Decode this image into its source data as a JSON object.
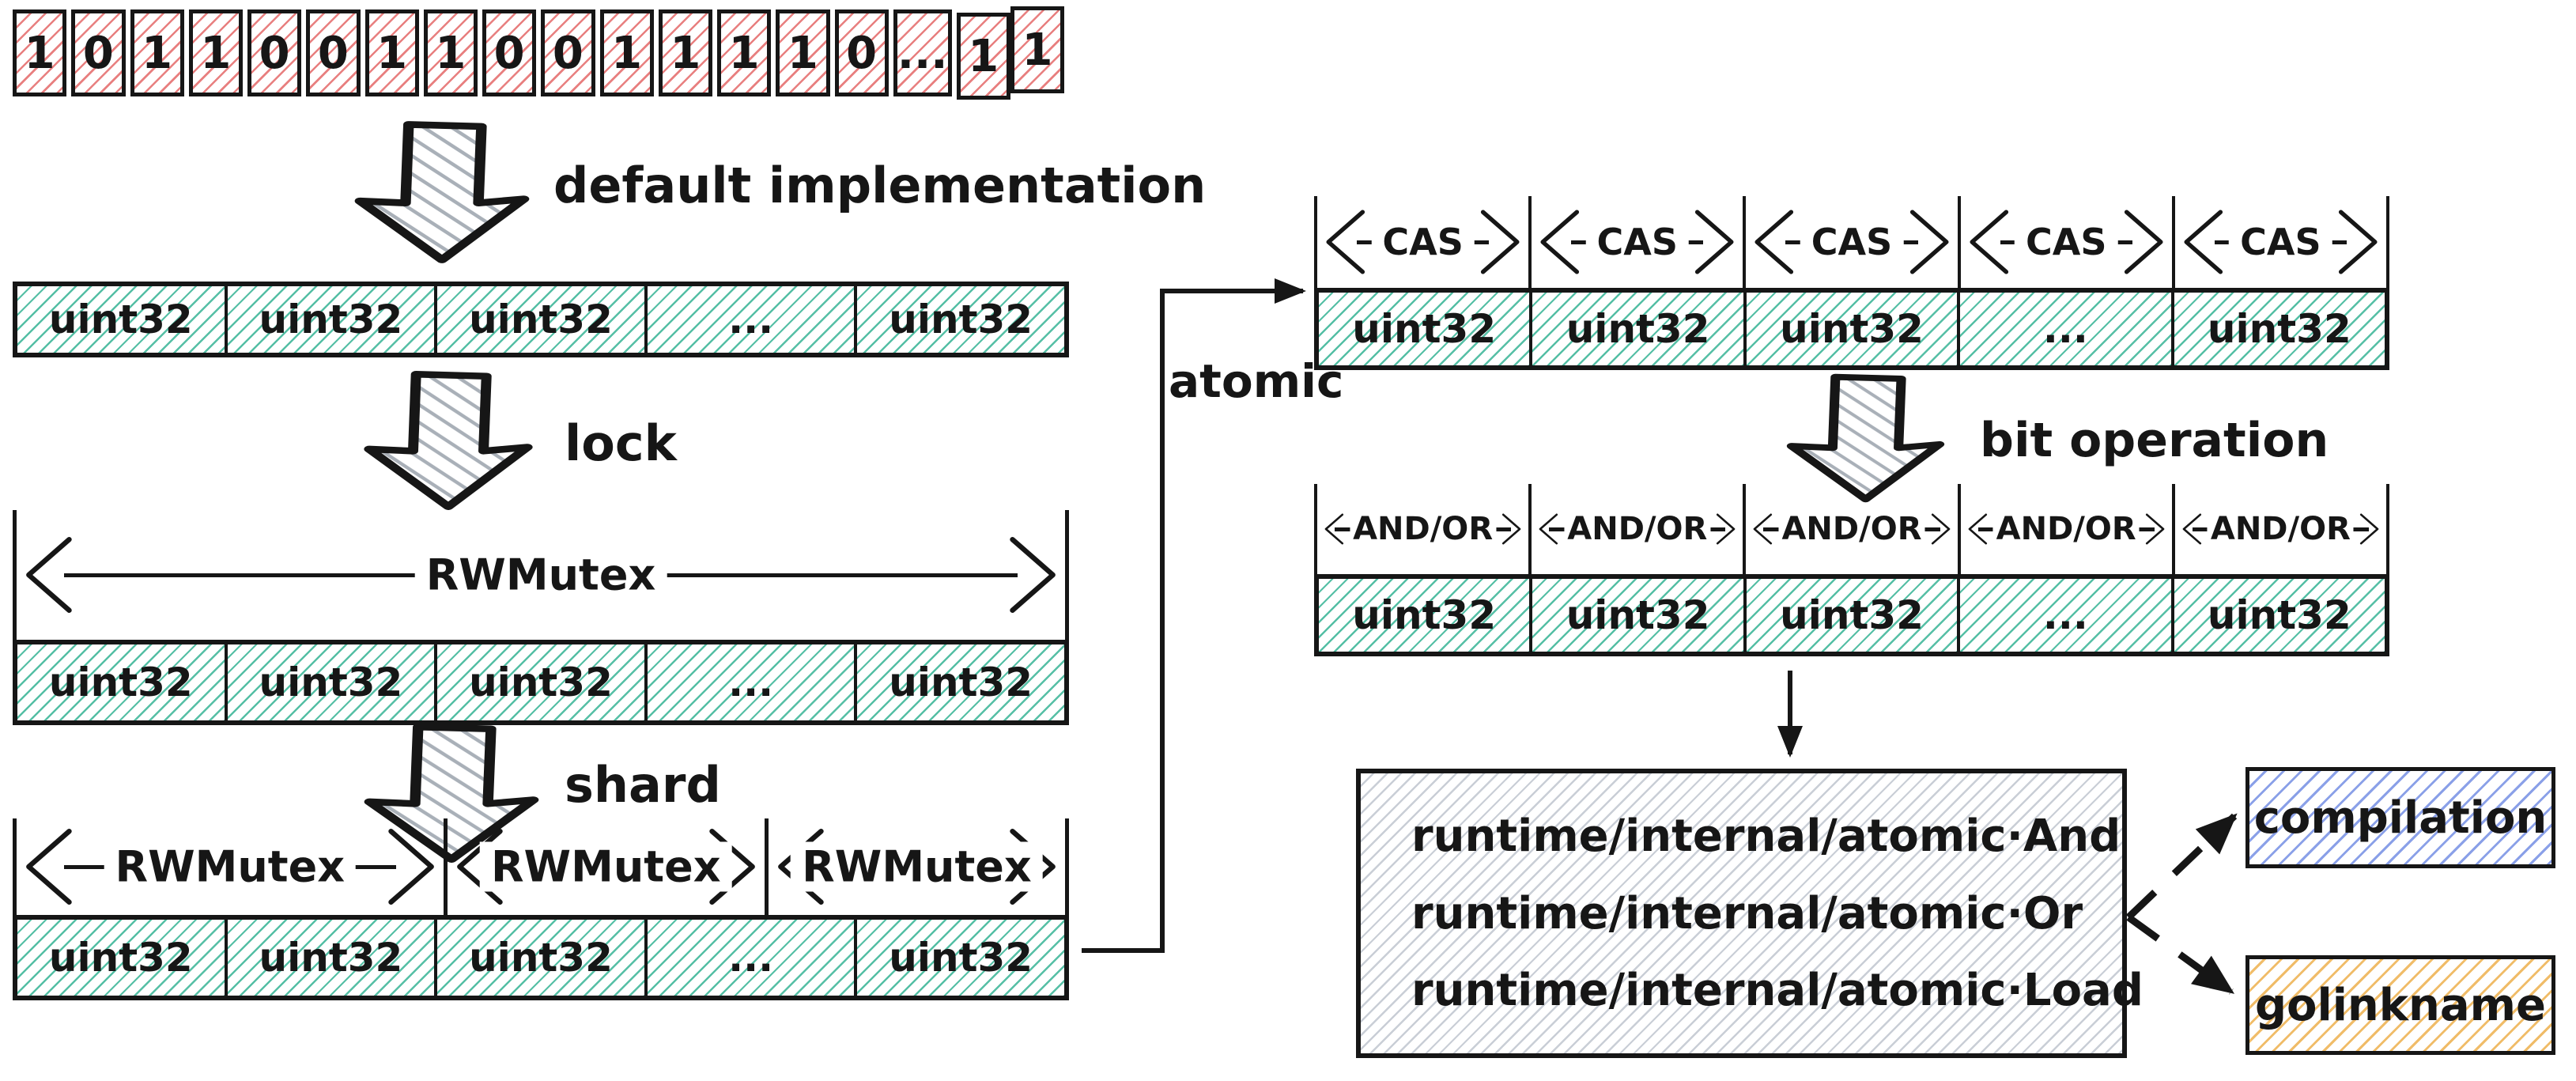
{
  "diagram": {
    "bit_row": {
      "cells": [
        "1",
        "0",
        "1",
        "1",
        "0",
        "0",
        "1",
        "1",
        "0",
        "0",
        "1",
        "1",
        "1",
        "1",
        "0",
        "...",
        "1",
        "1"
      ]
    },
    "labels": {
      "default_implementation": "default implementation",
      "lock": "lock",
      "shard": "shard",
      "atomic": "atomic",
      "bit_operation": "bit operation"
    },
    "uint_row": {
      "cells": [
        "uint32",
        "uint32",
        "uint32",
        "...",
        "uint32"
      ]
    },
    "rwmutex_full": {
      "label": "RWMutex"
    },
    "rwmutex_shards": {
      "labels": [
        "RWMutex",
        "RWMutex",
        "RWMutex"
      ]
    },
    "cas_row": {
      "labels": [
        "CAS",
        "CAS",
        "CAS",
        "CAS",
        "CAS"
      ]
    },
    "andor_row": {
      "labels": [
        "AND/OR",
        "AND/OR",
        "AND/OR",
        "AND/OR",
        "AND/OR"
      ]
    },
    "runtime_box": {
      "lines": [
        "runtime/internal/atomic·And",
        "runtime/internal/atomic·Or",
        "runtime/internal/atomic·Load"
      ]
    },
    "outputs": {
      "compilation": "compilation",
      "golinkname": "golinkname"
    },
    "colors": {
      "stroke": "#161616",
      "bit_hatch": "#e87f7f",
      "uint_hatch": "#55bfa5",
      "arrow_hatch": "#a9b0b8",
      "runtime_hatch": "#c9ced6",
      "compilation_hatch": "#8aa0e8",
      "golinkname_hatch": "#f0bc68"
    }
  }
}
